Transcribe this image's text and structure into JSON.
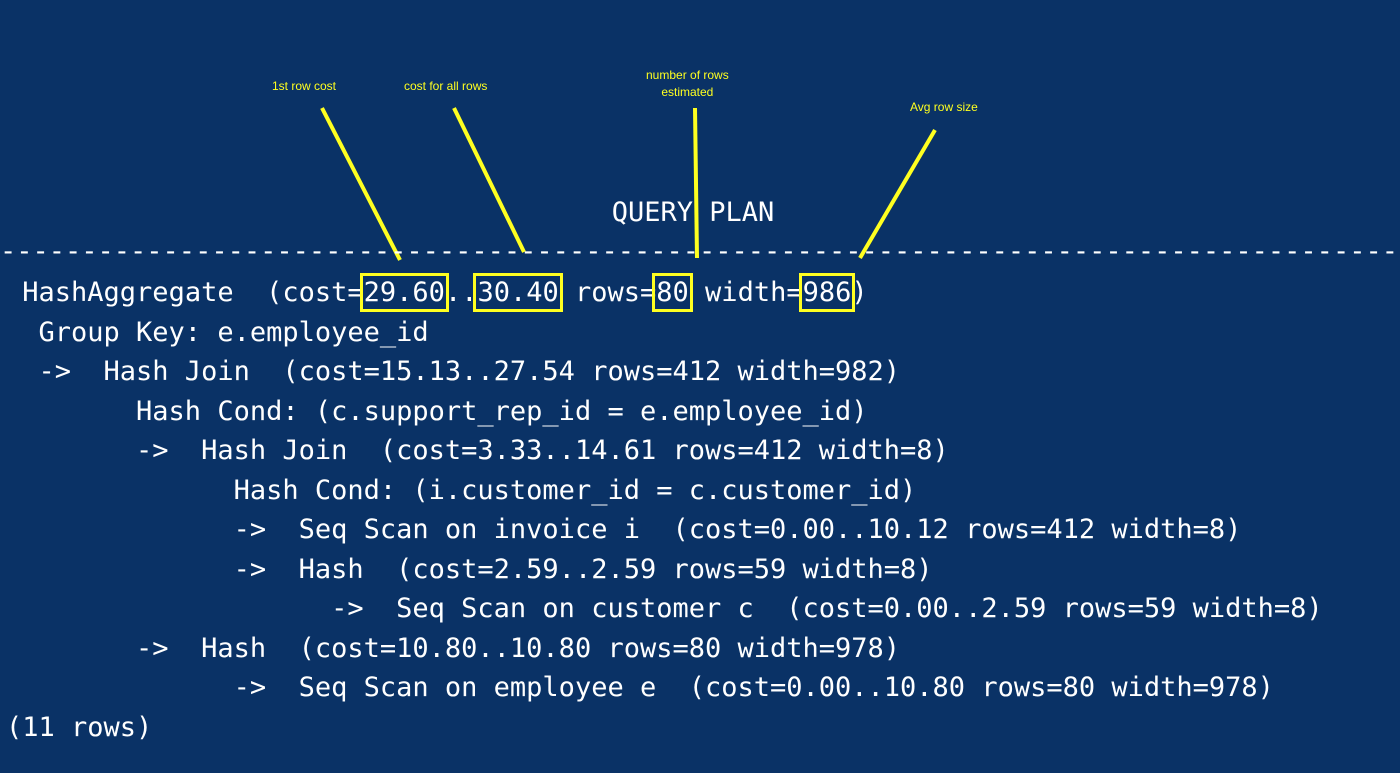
{
  "annotations": {
    "first_row_cost": "1st row cost",
    "cost_all_rows": "cost for all rows",
    "rows_estimated_line1": "number of rows",
    "rows_estimated_line2": "estimated",
    "avg_row_size": "Avg row size"
  },
  "colors": {
    "background": "#0a3266",
    "text": "#ffffff",
    "highlight": "#ffff20"
  },
  "plan": {
    "header": "QUERY PLAN",
    "separator": "------------------------------------------------------------------------------------------------------------------------------------------------------",
    "root": {
      "name": "HashAggregate",
      "cost_prefix": "(cost=",
      "startup_cost": "29.60",
      "range_sep": "..",
      "total_cost": "30.40",
      "rows_prefix": " rows=",
      "rows": "80",
      "width_prefix": " width=",
      "width": "986",
      "close": ")"
    },
    "lines": [
      "  Group Key: e.employee_id",
      "  ->  Hash Join  (cost=15.13..27.54 rows=412 width=982)",
      "        Hash Cond: (c.support_rep_id = e.employee_id)",
      "        ->  Hash Join  (cost=3.33..14.61 rows=412 width=8)",
      "              Hash Cond: (i.customer_id = c.customer_id)",
      "              ->  Seq Scan on invoice i  (cost=0.00..10.12 rows=412 width=8)",
      "              ->  Hash  (cost=2.59..2.59 rows=59 width=8)",
      "                    ->  Seq Scan on customer c  (cost=0.00..2.59 rows=59 width=8)",
      "        ->  Hash  (cost=10.80..10.80 rows=80 width=978)",
      "              ->  Seq Scan on employee e  (cost=0.00..10.80 rows=80 width=978)"
    ],
    "footer": "(11 rows)"
  }
}
